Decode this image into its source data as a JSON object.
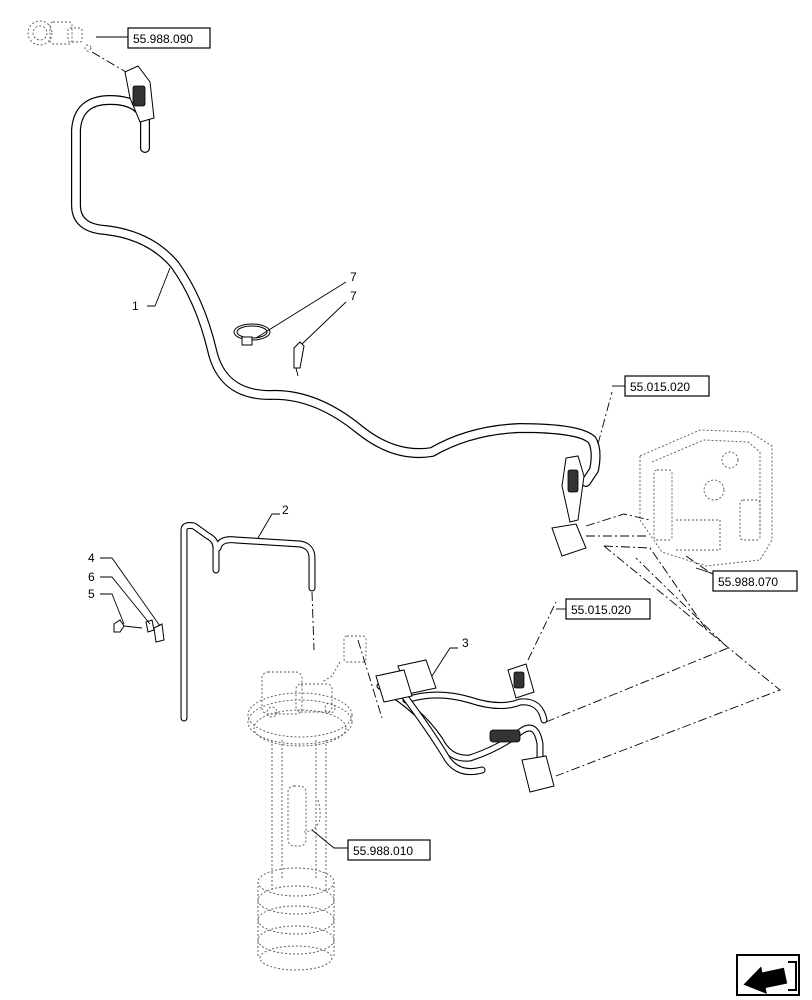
{
  "callouts": {
    "ref_top": "55.988.090",
    "ref_harness_upper": "55.015.020",
    "ref_module": "55.988.070",
    "ref_harness_lower": "55.015.020",
    "ref_pump": "55.988.010"
  },
  "items": {
    "item1": "1",
    "item2": "2",
    "item3": "3",
    "item4": "4",
    "item5": "5",
    "item6": "6",
    "item7a": "7",
    "item7b": "7"
  },
  "nav_icon": "next-page-arrow-icon"
}
